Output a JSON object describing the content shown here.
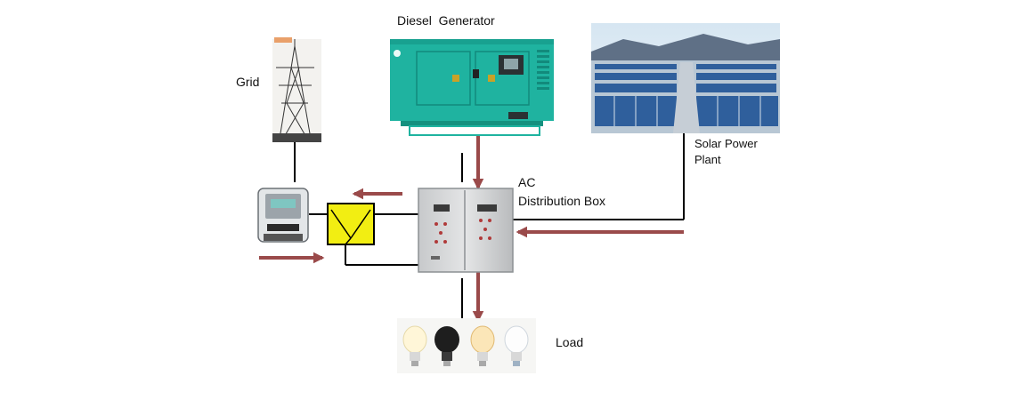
{
  "labels": {
    "diesel_generator": "Diesel  Generator",
    "grid": "Grid",
    "solar_line1": "Solar Power",
    "solar_line2": "Plant",
    "ac_line1": "AC",
    "ac_line2": "Distribution Box",
    "load": "Load"
  },
  "colors": {
    "flow_arrow": "#9a4a4a",
    "wire": "#000000",
    "generator_body": "#1fb3a0",
    "switch_fill": "#f2ee12",
    "panel_fill": "#d4d6d8",
    "solar_panel": "#2f5f9c"
  },
  "icons": [
    "transmission-tower-icon",
    "energy-meter-icon",
    "changeover-switch-icon",
    "diesel-generator-icon",
    "distribution-box-icon",
    "solar-panels-icon",
    "light-bulbs-icon"
  ]
}
